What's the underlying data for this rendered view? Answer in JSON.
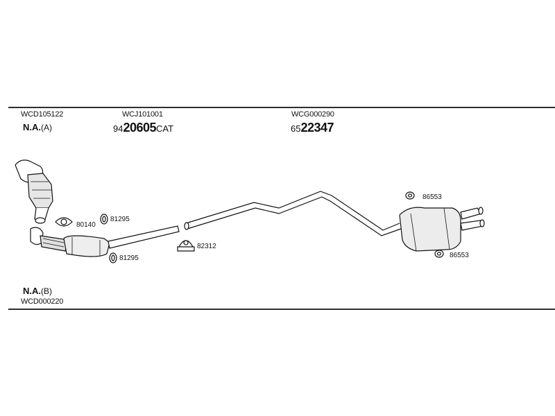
{
  "codes": {
    "left_top": "WCD105122",
    "middle_top": "WCJ101001",
    "right_top": "WCG000290",
    "left_bottom": "WCD000220"
  },
  "variants": {
    "a_main": "N.A.",
    "a_suffix": "(A)",
    "b_main": "N.A.",
    "b_suffix": "(B)"
  },
  "part_numbers": {
    "cat_prefix": "94",
    "cat_main": "20605",
    "cat_suffix": "CAT",
    "muffler_prefix": "65",
    "muffler_main": "22347"
  },
  "callouts": {
    "gasket_80140": "80140",
    "ring_81295_top": "81295",
    "ring_81295_bottom": "81295",
    "clamp_82312": "82312",
    "hanger_86553_top": "86553",
    "hanger_86553_bottom": "86553"
  }
}
